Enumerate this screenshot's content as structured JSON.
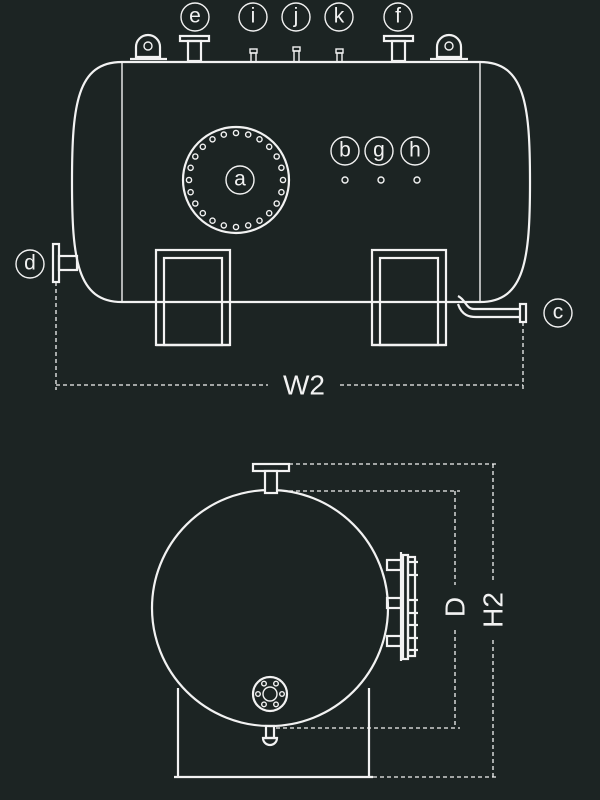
{
  "nozzles": {
    "a": "a",
    "b": "b",
    "c": "c",
    "d": "d",
    "e": "e",
    "f": "f",
    "g": "g",
    "h": "h",
    "i": "i",
    "j": "j",
    "k": "k"
  },
  "dimensions": {
    "width": "W2",
    "diameter": "D",
    "height": "H2"
  },
  "colors": {
    "background": "#1c2423",
    "line": "#f2f2f2"
  }
}
